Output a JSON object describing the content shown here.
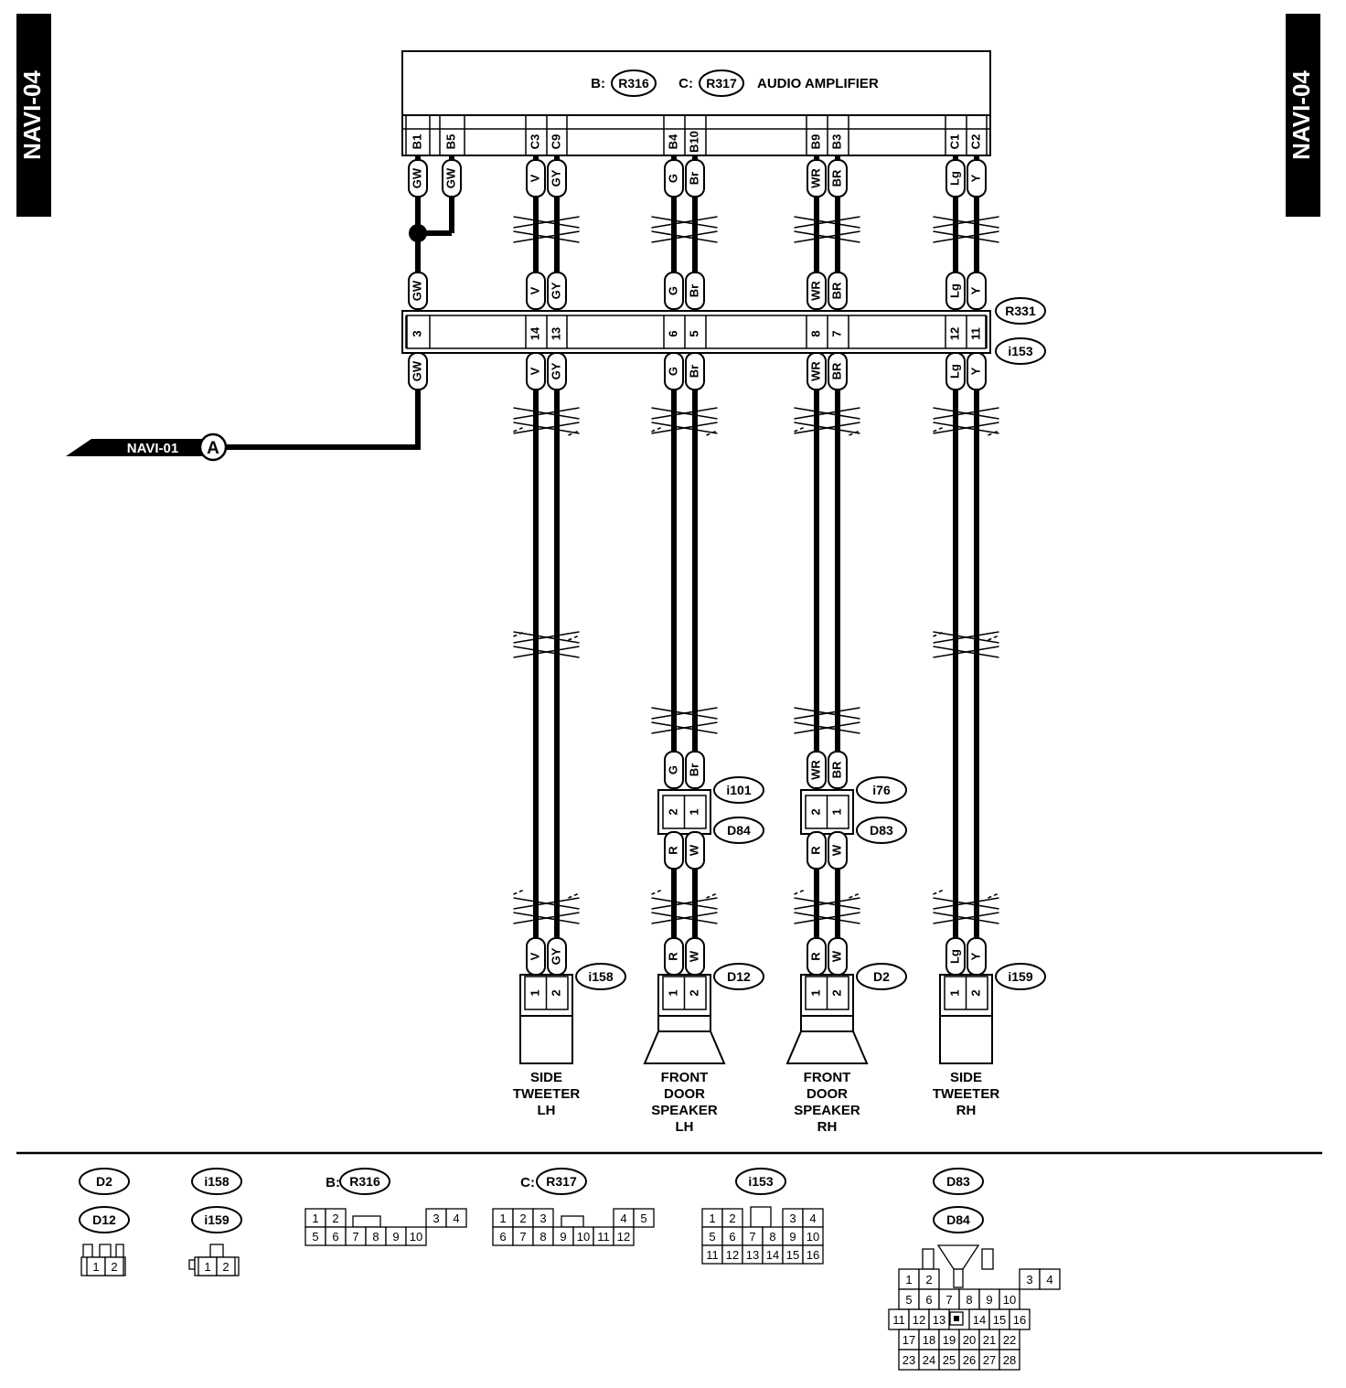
{
  "page_tabs": {
    "left": "NAVI-04",
    "right": "NAVI-04"
  },
  "amplifier": {
    "title": "AUDIO AMPLIFIER",
    "conn_b_prefix": "B:",
    "conn_b": "R316",
    "conn_c_prefix": "C:",
    "conn_c": "R317"
  },
  "amp_pins": [
    "B1",
    "B5",
    "C3",
    "C9",
    "B4",
    "B10",
    "B9",
    "B3",
    "C1",
    "C2"
  ],
  "amp_wire_colors": [
    "GW",
    "GW",
    "V",
    "GY",
    "G",
    "Br",
    "WR",
    "BR",
    "Lg",
    "Y"
  ],
  "joint": {
    "id_top": "R331",
    "id_bottom": "i153",
    "upper_colors": [
      "GW",
      "V",
      "GY",
      "G",
      "Br",
      "WR",
      "BR",
      "Lg",
      "Y"
    ],
    "pins": [
      "3",
      "14",
      "13",
      "6",
      "5",
      "8",
      "7",
      "12",
      "11"
    ],
    "lower_colors": [
      "GW",
      "V",
      "GY",
      "G",
      "Br",
      "WR",
      "BR",
      "Lg",
      "Y"
    ]
  },
  "offpage": {
    "label": "NAVI-01",
    "marker": "A"
  },
  "door_conn_lh": {
    "upper_id": "i101",
    "lower_id": "D84",
    "upper_colors": [
      "G",
      "Br"
    ],
    "pins": [
      "2",
      "1"
    ],
    "lower_colors": [
      "R",
      "W"
    ]
  },
  "door_conn_rh": {
    "upper_id": "i76",
    "lower_id": "D83",
    "upper_colors": [
      "WR",
      "BR"
    ],
    "pins": [
      "2",
      "1"
    ],
    "lower_colors": [
      "R",
      "W"
    ]
  },
  "components": [
    {
      "conn": "i158",
      "colors": [
        "V",
        "GY"
      ],
      "pins": [
        "1",
        "2"
      ],
      "name_lines": [
        "SIDE",
        "TWEETER",
        "LH"
      ]
    },
    {
      "conn": "D12",
      "colors": [
        "R",
        "W"
      ],
      "pins": [
        "1",
        "2"
      ],
      "name_lines": [
        "FRONT",
        "DOOR",
        "SPEAKER",
        "LH"
      ]
    },
    {
      "conn": "D2",
      "colors": [
        "R",
        "W"
      ],
      "pins": [
        "1",
        "2"
      ],
      "name_lines": [
        "FRONT",
        "DOOR",
        "SPEAKER",
        "RH"
      ]
    },
    {
      "conn": "i159",
      "colors": [
        "Lg",
        "Y"
      ],
      "pins": [
        "1",
        "2"
      ],
      "name_lines": [
        "SIDE",
        "TWEETER",
        "RH"
      ]
    }
  ],
  "legend": {
    "d2_d12": {
      "ids": [
        "D2",
        "D12"
      ],
      "rows": [
        [
          "1",
          "2"
        ]
      ]
    },
    "i158_i159": {
      "ids": [
        "i158",
        "i159"
      ],
      "rows": [
        [
          "1",
          "2"
        ]
      ]
    },
    "r316": {
      "prefix": "B:",
      "id": "R316",
      "rows": [
        [
          "1",
          "2",
          "3",
          "4"
        ],
        [
          "5",
          "6",
          "7",
          "8",
          "9",
          "10"
        ]
      ]
    },
    "r317": {
      "prefix": "C:",
      "id": "R317",
      "rows": [
        [
          "1",
          "2",
          "3",
          "4",
          "5"
        ],
        [
          "6",
          "7",
          "8",
          "9",
          "10",
          "11",
          "12"
        ]
      ]
    },
    "i153": {
      "id": "i153",
      "rows": [
        [
          "1",
          "2",
          "3",
          "4"
        ],
        [
          "5",
          "6",
          "7",
          "8",
          "9",
          "10"
        ],
        [
          "11",
          "12",
          "13",
          "14",
          "15",
          "16"
        ]
      ]
    },
    "d83_d84": {
      "ids": [
        "D83",
        "D84"
      ],
      "rows": [
        [
          "1",
          "2",
          "3",
          "4"
        ],
        [
          "5",
          "6",
          "7",
          "8",
          "9",
          "10"
        ],
        [
          "11",
          "12",
          "13",
          "14",
          "15",
          "16"
        ],
        [
          "17",
          "18",
          "19",
          "20",
          "21",
          "22"
        ],
        [
          "23",
          "24",
          "25",
          "26",
          "27",
          "28"
        ]
      ]
    }
  }
}
